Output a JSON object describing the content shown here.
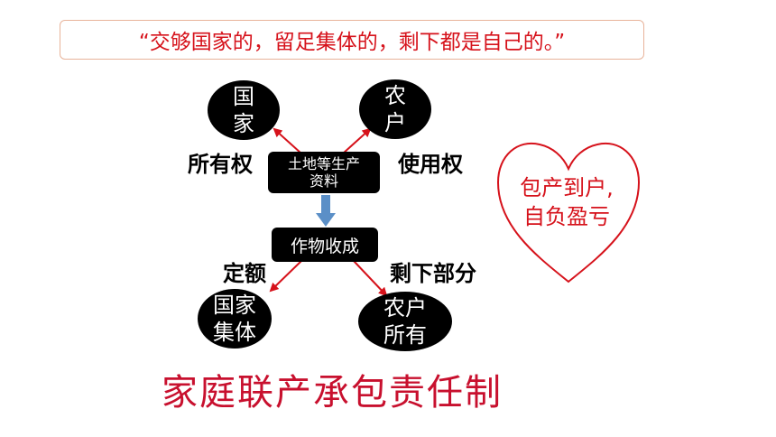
{
  "quote": "“交够国家的，留足集体的，剩下都是自己的。”",
  "nodes": {
    "state": [
      "国",
      "家"
    ],
    "farmer": [
      "农",
      "户"
    ],
    "land": [
      "土地等生产",
      "资料"
    ],
    "crops": "作物收成",
    "collective": [
      "国家",
      "集体"
    ],
    "farmer_owned": [
      "农户",
      "所有"
    ]
  },
  "labels": {
    "ownership": "所有权",
    "use_right": "使用权",
    "quota": "定额",
    "remainder": "剩下部分"
  },
  "heart": [
    "包产到户,",
    "自负盈亏"
  ],
  "title": "家庭联产承包责任制",
  "colors": {
    "accent_red": "#d6121b",
    "title_red": "#c8102e",
    "down_arrow": "#5b8fc7",
    "node_fill": "#000000"
  }
}
